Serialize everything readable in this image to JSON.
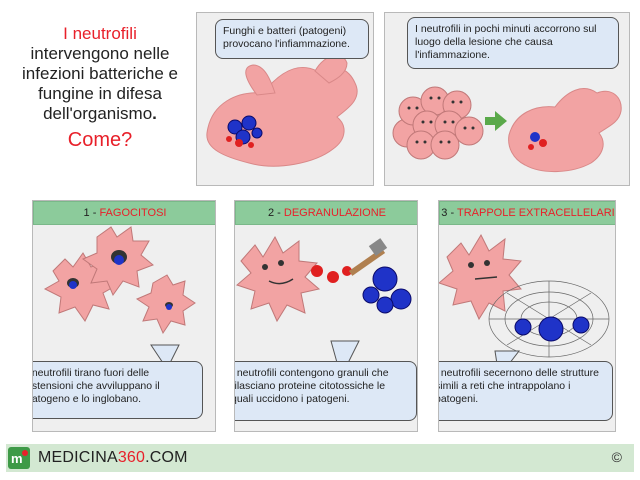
{
  "intro": {
    "title": "I neutrofili",
    "body": "intervengono nelle infezioni batteriche e fungine in difesa dell'organismo",
    "period": ".",
    "question": "Come?"
  },
  "top_panels": [
    {
      "bubble": "Funghi e batteri (patogeni) provocano l'infiammazione."
    },
    {
      "bubble": "I neutrofili in pochi minuti accorrono sul luogo della lesione che causa l'infiammazione."
    }
  ],
  "mechanisms": [
    {
      "number": "1 - ",
      "name": "FAGOCITOSI",
      "bubble": "I neutrofili tirano fuori delle estensioni che avviluppano il patogeno e lo inglobano."
    },
    {
      "number": "2 - ",
      "name": "DEGRANULAZIONE",
      "bubble": "I neutrofili contengono granuli che rilasciano proteine citotossiche le quali uccidono i patogeni."
    },
    {
      "number": "3 - ",
      "name": "TRAPPOLE EXTRACELLELARI",
      "bubble": "I neutrofili secernono delle strutture simili a reti che intrappolano i patogeni."
    }
  ],
  "footer": {
    "brand_a": "MEDICINA",
    "brand_b": "360",
    "brand_c": ".COM",
    "copyright": "©"
  },
  "colors": {
    "accent_red": "#e8202a",
    "header_green": "#8ccb9b",
    "bubble_blue": "#dde8f6",
    "cell_pink": "#f2a3a3"
  }
}
